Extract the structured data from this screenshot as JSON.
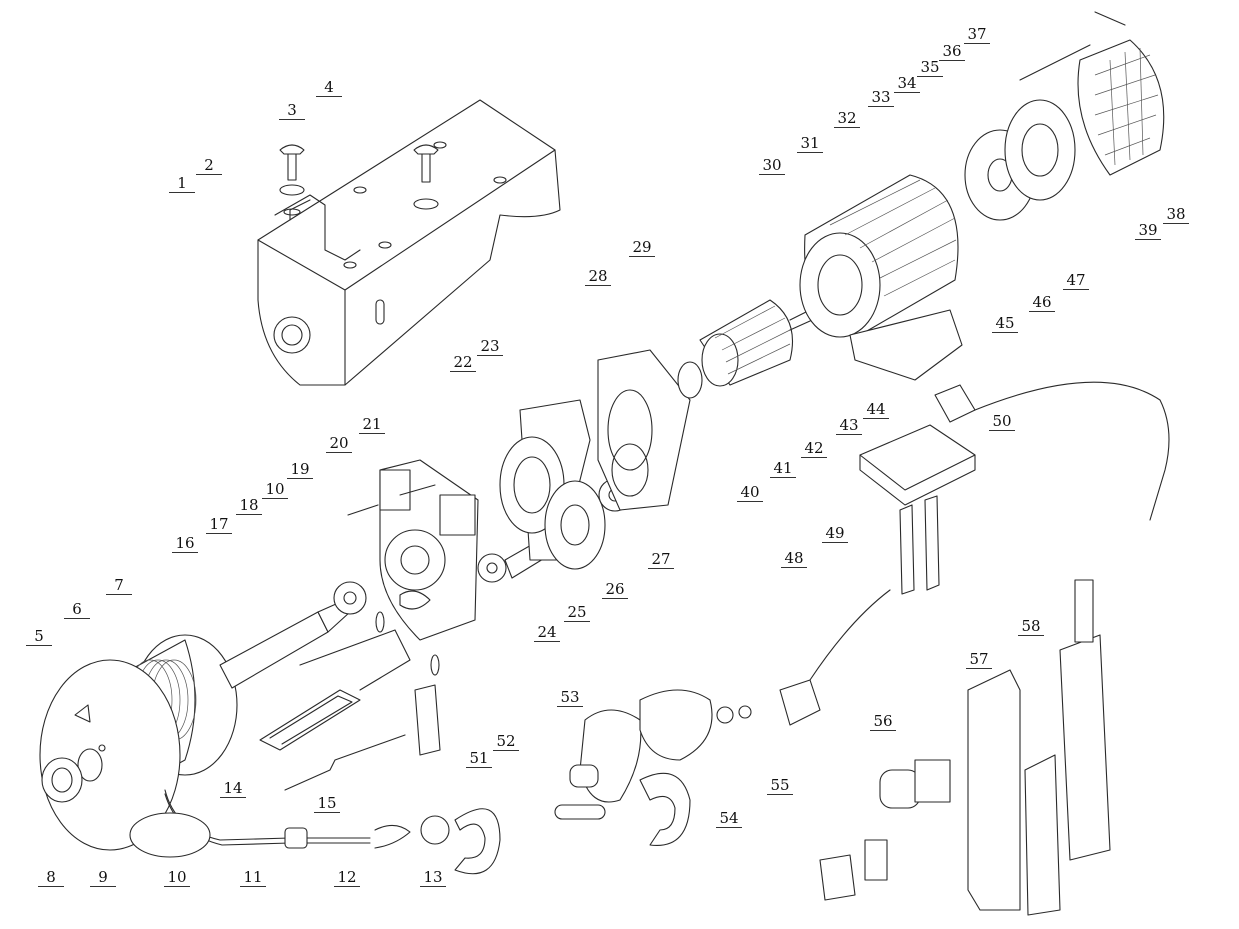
{
  "callouts": [
    {
      "key": "c1",
      "text": "1"
    },
    {
      "key": "c2",
      "text": "2"
    },
    {
      "key": "c3",
      "text": "3"
    },
    {
      "key": "c4",
      "text": "4"
    },
    {
      "key": "c5",
      "text": "5"
    },
    {
      "key": "c6",
      "text": "6"
    },
    {
      "key": "c7",
      "text": "7"
    },
    {
      "key": "c8",
      "text": "8"
    },
    {
      "key": "c9",
      "text": "9"
    },
    {
      "key": "c10a",
      "text": "10"
    },
    {
      "key": "c10b",
      "text": "10"
    },
    {
      "key": "c11",
      "text": "11"
    },
    {
      "key": "c12",
      "text": "12"
    },
    {
      "key": "c13",
      "text": "13"
    },
    {
      "key": "c14",
      "text": "14"
    },
    {
      "key": "c15",
      "text": "15"
    },
    {
      "key": "c16",
      "text": "16"
    },
    {
      "key": "c17",
      "text": "17"
    },
    {
      "key": "c18",
      "text": "18"
    },
    {
      "key": "c19",
      "text": "19"
    },
    {
      "key": "c20",
      "text": "20"
    },
    {
      "key": "c21",
      "text": "21"
    },
    {
      "key": "c22",
      "text": "22"
    },
    {
      "key": "c23",
      "text": "23"
    },
    {
      "key": "c24",
      "text": "24"
    },
    {
      "key": "c25",
      "text": "25"
    },
    {
      "key": "c26",
      "text": "26"
    },
    {
      "key": "c27",
      "text": "27"
    },
    {
      "key": "c28",
      "text": "28"
    },
    {
      "key": "c29",
      "text": "29"
    },
    {
      "key": "c30",
      "text": "30"
    },
    {
      "key": "c31",
      "text": "31"
    },
    {
      "key": "c32",
      "text": "32"
    },
    {
      "key": "c33",
      "text": "33"
    },
    {
      "key": "c34",
      "text": "34"
    },
    {
      "key": "c35",
      "text": "35"
    },
    {
      "key": "c36",
      "text": "36"
    },
    {
      "key": "c37",
      "text": "37"
    },
    {
      "key": "c38",
      "text": "38"
    },
    {
      "key": "c39",
      "text": "39"
    },
    {
      "key": "c40",
      "text": "40"
    },
    {
      "key": "c41",
      "text": "41"
    },
    {
      "key": "c42",
      "text": "42"
    },
    {
      "key": "c43",
      "text": "43"
    },
    {
      "key": "c44",
      "text": "44"
    },
    {
      "key": "c45",
      "text": "45"
    },
    {
      "key": "c46",
      "text": "46"
    },
    {
      "key": "c47",
      "text": "47"
    },
    {
      "key": "c48",
      "text": "48"
    },
    {
      "key": "c49",
      "text": "49"
    },
    {
      "key": "c50",
      "text": "50"
    },
    {
      "key": "c51",
      "text": "51"
    },
    {
      "key": "c52",
      "text": "52"
    },
    {
      "key": "c53",
      "text": "53"
    },
    {
      "key": "c54",
      "text": "54"
    },
    {
      "key": "c55",
      "text": "55"
    },
    {
      "key": "c56",
      "text": "56"
    },
    {
      "key": "c57",
      "text": "57"
    },
    {
      "key": "c58",
      "text": "58"
    }
  ]
}
